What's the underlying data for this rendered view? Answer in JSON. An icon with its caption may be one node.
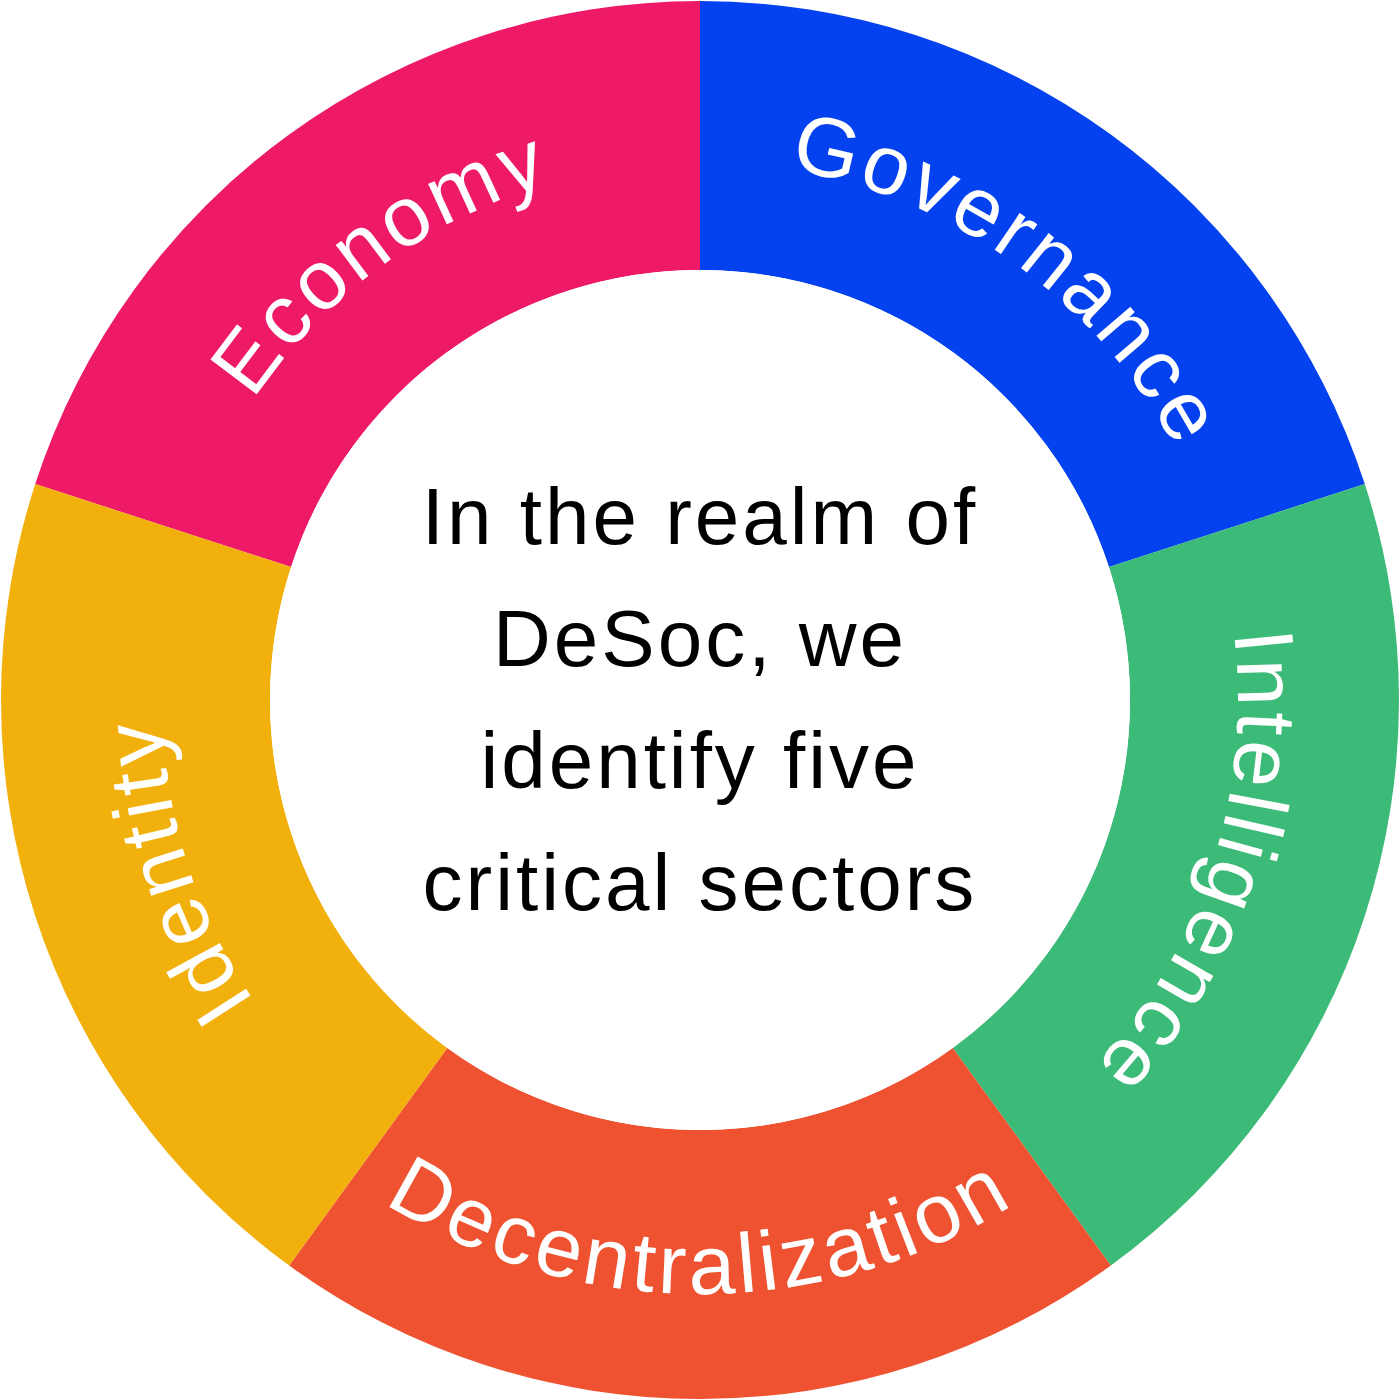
{
  "diagram": {
    "nodes": [
      {
        "text": [
          "Economy"
        ]
      },
      {
        "text": [
          "Governance"
        ]
      },
      {
        "text": [
          "Intelligence"
        ]
      },
      {
        "text": [
          "Decentralization"
        ]
      },
      {
        "text": [
          "Identity"
        ]
      },
      {
        "text": [
          "In the realm of DeSoc, we identify five critical sectors"
        ]
      }
    ]
  }
}
